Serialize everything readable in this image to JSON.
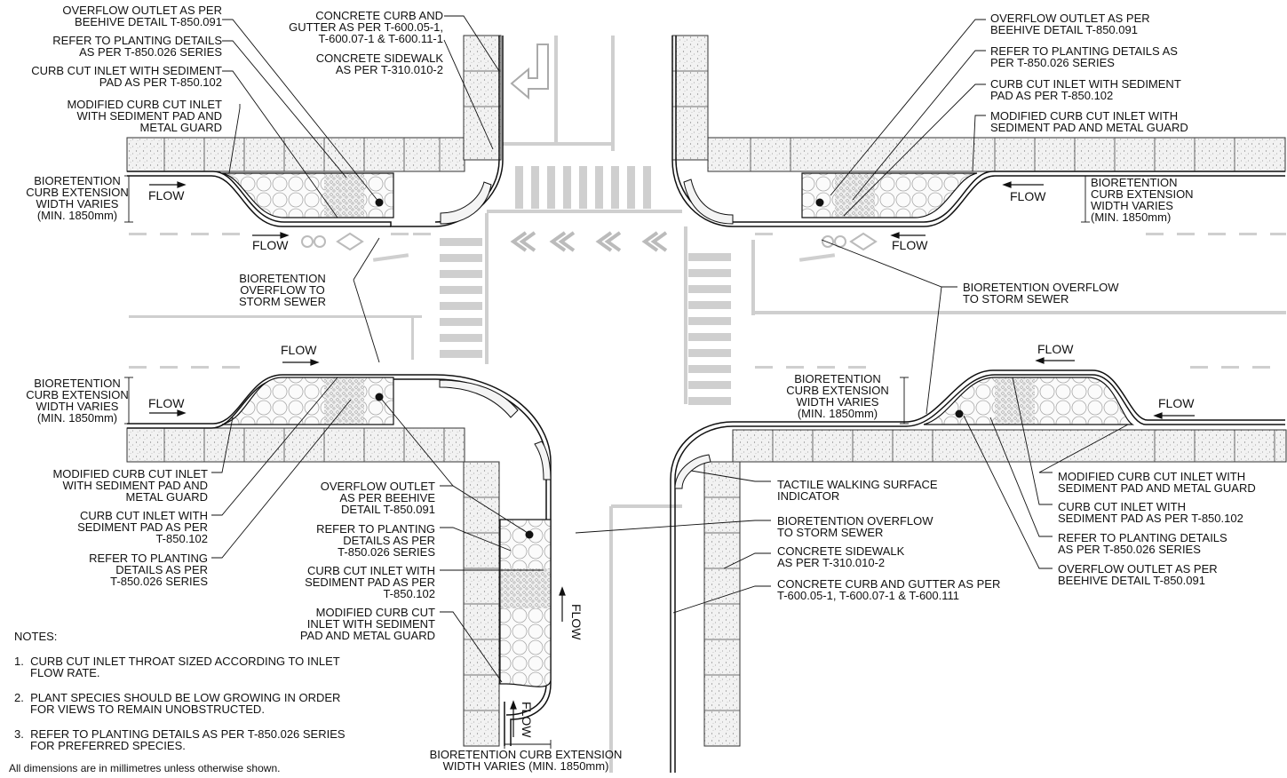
{
  "labels": {
    "tl_overflow_outlet": "OVERFLOW OUTLET AS PER\nBEEHIVE DETAIL T-850.091",
    "tl_planting": "REFER TO PLANTING DETAILS\nAS PER T-850.026 SERIES",
    "tl_curb_cut": "CURB CUT INLET WITH SEDIMENT\nPAD AS PER T-850.102",
    "tl_modified": "MODIFIED CURB CUT INLET\nWITH SEDIMENT PAD AND\nMETAL GUARD",
    "tl_concrete_curb": "CONCRETE CURB AND\nGUTTER AS PER T-600.05-1,\nT-600.07-1 & T-600.11-1",
    "tl_sidewalk": "CONCRETE SIDEWALK\nAS PER T-310.010-2",
    "tl_bioretention_width": "BIORETENTION\nCURB EXTENSION\nWIDTH VARIES\n(MIN. 1850mm)",
    "tl_overflow_sewer": "BIORETENTION\nOVERFLOW TO\nSTORM SEWER",
    "tr_overflow_outlet": "OVERFLOW OUTLET AS PER\nBEEHIVE DETAIL T-850.091",
    "tr_planting": "REFER TO PLANTING DETAILS AS\nPER T-850.026 SERIES",
    "tr_curb_cut": "CURB CUT INLET WITH SEDIMENT\nPAD AS PER T-850.102",
    "tr_modified": "MODIFIED CURB CUT INLET WITH\nSEDIMENT PAD AND METAL GUARD",
    "tr_bioretention_width": "BIORETENTION\nCURB EXTENSION\nWIDTH VARIES\n(MIN. 1850mm)",
    "tr_overflow_sewer": "BIORETENTION OVERFLOW\nTO STORM SEWER",
    "bl_bioretention_width": "BIORETENTION\nCURB EXTENSION\nWIDTH VARIES\n(MIN. 1850mm)",
    "bl_modified": "MODIFIED CURB CUT INLET\nWITH SEDIMENT PAD AND\nMETAL GUARD",
    "bl_curb_cut": "CURB CUT INLET WITH\nSEDIMENT PAD AS PER\nT-850.102",
    "bl_planting": "REFER TO PLANTING\nDETAILS AS PER\nT-850.026 SERIES",
    "bc_overflow_outlet": "OVERFLOW OUTLET\nAS PER BEEHIVE\nDETAIL T-850.091",
    "bc_planting": "REFER TO PLANTING\nDETAILS AS PER\nT-850.026 SERIES",
    "bc_curb_cut": "CURB CUT INLET WITH\nSEDIMENT PAD AS PER\nT-850.102",
    "bc_modified": "MODIFIED CURB CUT\nINLET WITH SEDIMENT\nPAD AND METAL GUARD",
    "bc_bioretention_width": "BIORETENTION CURB EXTENSION\nWIDTH VARIES (MIN. 1850mm)",
    "br_bioretention_width": "BIORETENTION\nCURB EXTENSION\nWIDTH VARIES\n(MIN. 1850mm)",
    "br_tactile": "TACTILE WALKING SURFACE\nINDICATOR",
    "br_overflow_sewer": "BIORETENTION OVERFLOW\nTO STORM SEWER",
    "br_sidewalk": "CONCRETE SIDEWALK\nAS PER T-310.010-2",
    "br_concrete_curb": "CONCRETE CURB AND GUTTER AS PER\nT-600.05-1, T-600.07-1 & T-600.111",
    "br_modified": "MODIFIED CURB CUT INLET WITH\nSEDIMENT PAD AND METAL GUARD",
    "br_curb_cut": "CURB CUT INLET WITH\nSEDIMENT PAD AS PER T-850.102",
    "br_planting": "REFER TO PLANTING DETAILS\nAS PER T-850.026 SERIES",
    "br_overflow_outlet": "OVERFLOW OUTLET AS PER\nBEEHIVE DETAIL T-850.091"
  },
  "flow_label": "FLOW",
  "notes": {
    "title": "NOTES:",
    "items": [
      "1.  CURB CUT INLET THROAT SIZED ACCORDING TO INLET\n     FLOW RATE.",
      "2.  PLANT SPECIES SHOULD BE LOW GROWING IN ORDER\n     FOR VIEWS TO REMAIN UNOBSTRUCTED.",
      "3.  REFER TO PLANTING DETAILS AS PER T-850.026 SERIES\n     FOR PREFERRED SPECIES."
    ]
  },
  "footer": "All dimensions are in millimetres unless otherwise shown.",
  "colors": {
    "line": "#111111",
    "paving": "#e8e8e8",
    "road_marking": "#c8c8c8",
    "planting": "#f4f4f4"
  }
}
